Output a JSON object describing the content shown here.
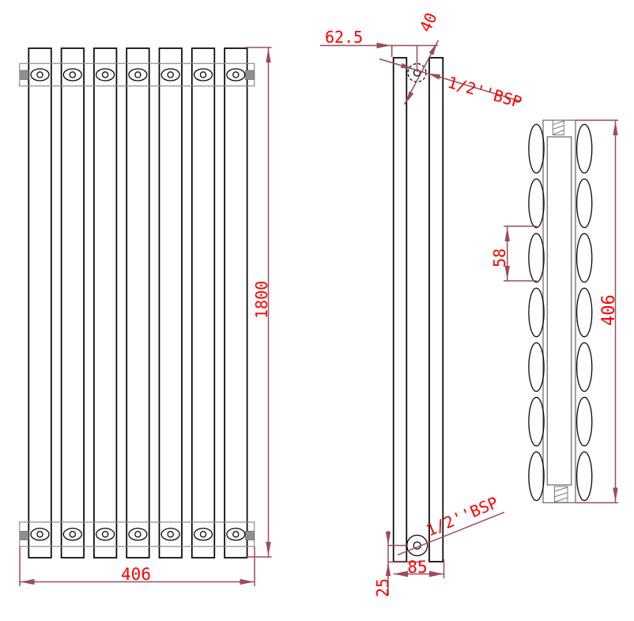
{
  "drawing": {
    "type": "technical-drawing",
    "subject": "vertical oval-tube radiator, three orthographic views"
  },
  "front_view": {
    "tube_count": 7,
    "height_dim": "1800",
    "width_dim": "406"
  },
  "side_view": {
    "top_offset_dim": "62.5",
    "inlet_dim": "40",
    "top_connection_label": "1/2''BSP",
    "bottom_connection_label": "1/2''BSP",
    "bottom_offset_dim": "25",
    "depth_dim": "85"
  },
  "profile_view": {
    "oval_count_per_side": 7,
    "tube_pitch_dim": "58",
    "height_dim": "406"
  },
  "colors": {
    "dimension_line": "#9b4b5a",
    "dimension_text": "#fb0000",
    "drawing_line": "#000000",
    "secondary_line": "#8c8c8c"
  }
}
